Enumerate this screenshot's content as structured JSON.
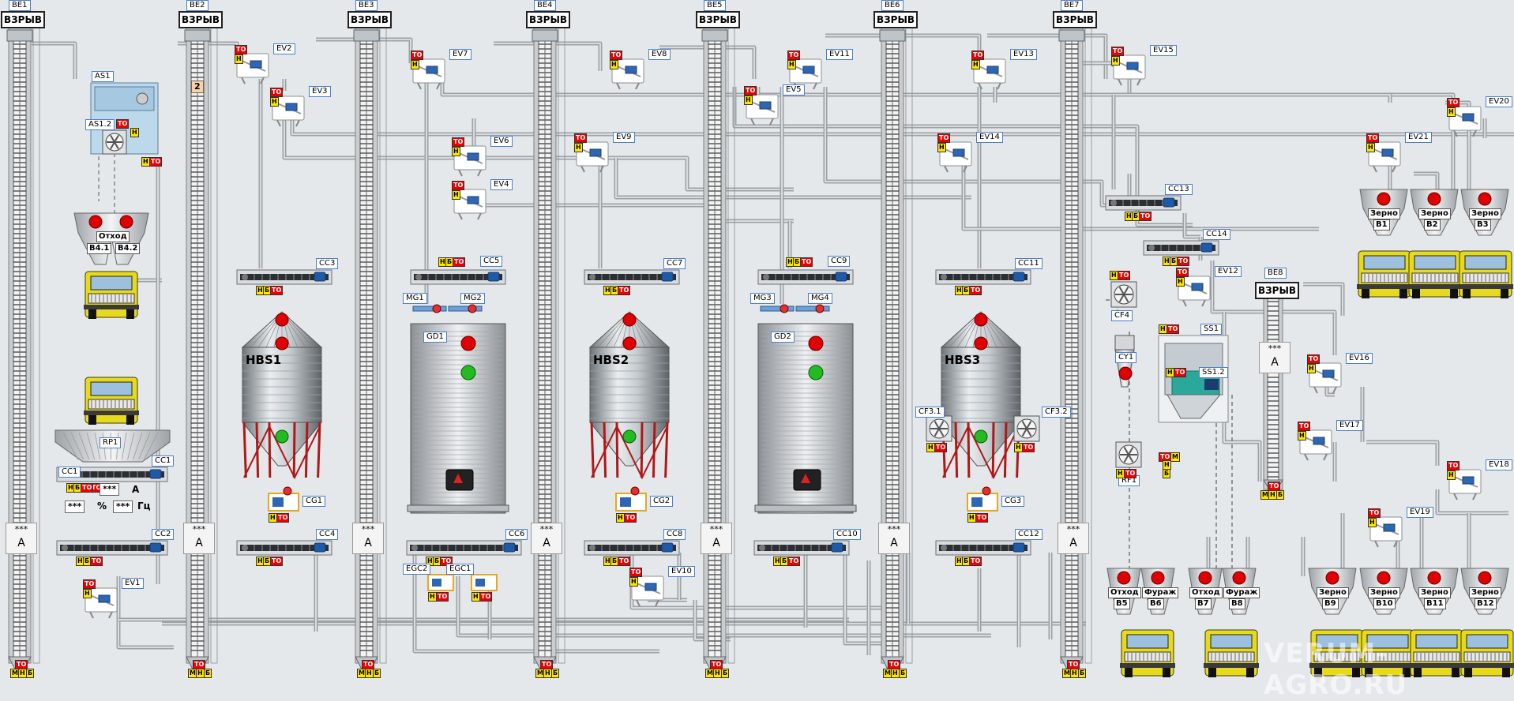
{
  "common": {
    "vzryv": "ВЗРЫВ",
    "to": "ТО",
    "n": "Н",
    "b": "Б",
    "m": "М",
    "a": "А",
    "stars": "***"
  },
  "elevators": [
    {
      "id": "BE1"
    },
    {
      "id": "BE2"
    },
    {
      "id": "BE3"
    },
    {
      "id": "BE4"
    },
    {
      "id": "BE5"
    },
    {
      "id": "BE6"
    },
    {
      "id": "BE7"
    },
    {
      "id": "BE8"
    }
  ],
  "be2_level": "2",
  "valves": [
    "EV1",
    "EV2",
    "EV3",
    "EV4",
    "EV5",
    "EV6",
    "EV7",
    "EV8",
    "EV9",
    "EV10",
    "EV11",
    "EV12",
    "EV13",
    "EV14",
    "EV15",
    "EV16",
    "EV17",
    "EV18",
    "EV19",
    "EV20",
    "EV21"
  ],
  "conveyors": [
    "CC1",
    "CC2",
    "CC3",
    "CC4",
    "CC5",
    "CC6",
    "CC7",
    "CC8",
    "CC9",
    "CC10",
    "CC11",
    "CC12",
    "CC13",
    "CC14"
  ],
  "silos": [
    "HBS1",
    "HBS2",
    "HBS3"
  ],
  "dryers": [
    "GD1",
    "GD2"
  ],
  "gates": [
    "CG1",
    "CG2",
    "CG3"
  ],
  "motors": [
    "MG1",
    "MG2",
    "MG3",
    "MG4"
  ],
  "egc": [
    "EGC2",
    "EGC1"
  ],
  "fans": [
    "CF3.1",
    "CF3.2",
    "CF4",
    "RF1"
  ],
  "separator": {
    "as1": "AS1",
    "as12": "AS1.2",
    "ss1": "SS1",
    "ss12": "SS1.2",
    "cy1": "CY1",
    "rp1": "RP1"
  },
  "bins_left": {
    "label": "Отход",
    "b41": "B4.1",
    "b42": "B4.2"
  },
  "bins_mid": [
    {
      "label": "Отход",
      "id": "B5"
    },
    {
      "label": "Фураж",
      "id": "B6"
    },
    {
      "label": "Отход",
      "id": "B7"
    },
    {
      "label": "Фураж",
      "id": "B8"
    }
  ],
  "bins_top": [
    {
      "label": "Зерно",
      "id": "B1"
    },
    {
      "label": "Зерно",
      "id": "B2"
    },
    {
      "label": "Зерно",
      "id": "B3"
    }
  ],
  "bins_right": [
    {
      "label": "Зерно",
      "id": "B9"
    },
    {
      "label": "Зерно",
      "id": "B10"
    },
    {
      "label": "Зерно",
      "id": "B11"
    },
    {
      "label": "Зерно",
      "id": "B12"
    }
  ],
  "cc1_readout": {
    "current": "***",
    "unit_a": "А",
    "percent": "***",
    "unit_pct": "%",
    "freq": "***",
    "unit_hz": "Гц"
  },
  "watermark": "VERUM-AGRO.RU",
  "colors": {
    "background": "#e4e8ea",
    "pipe": "#b0b4b8",
    "alarm": "#e00000",
    "ok": "#22bb22",
    "warn": "#ffe400",
    "tag_border": "#4a7fd0"
  }
}
